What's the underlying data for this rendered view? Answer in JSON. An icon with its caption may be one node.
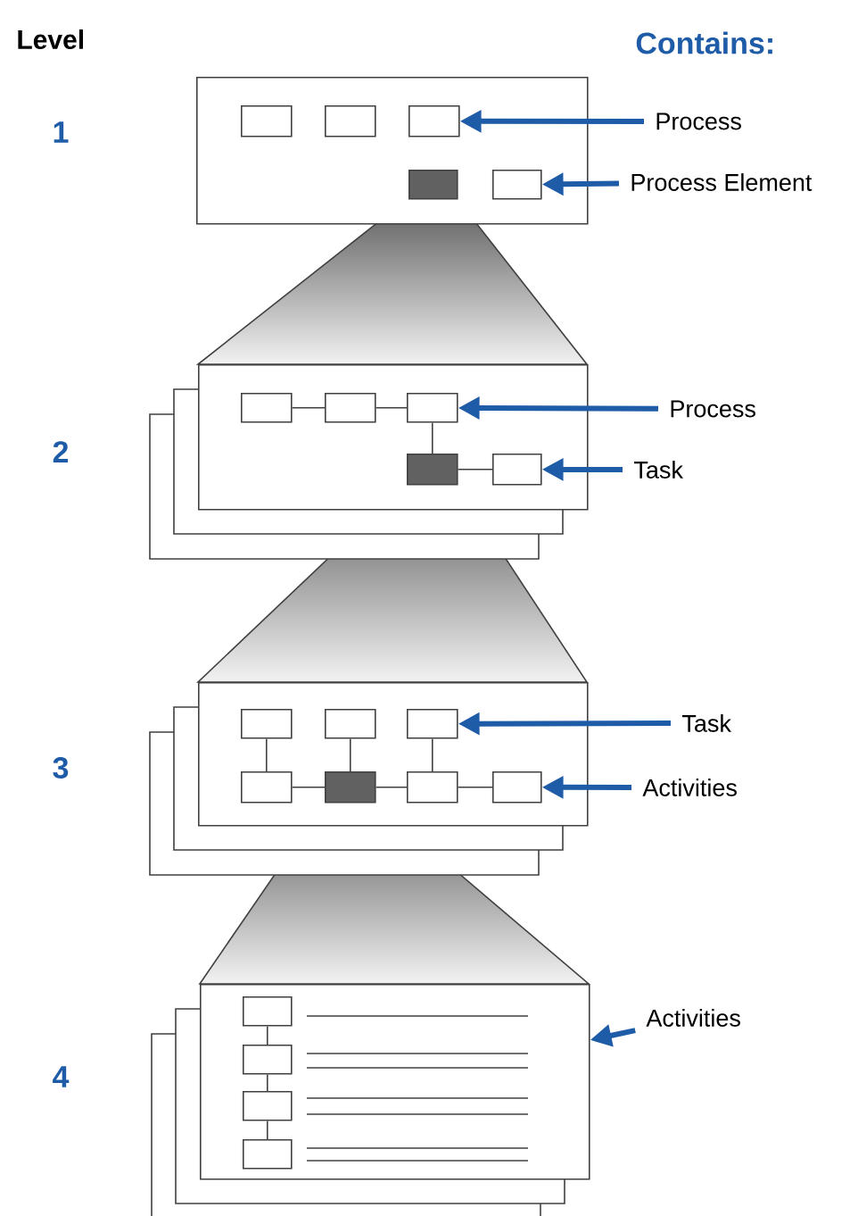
{
  "diagram": {
    "nodes": [
      {
        "text": [],
        "shape": "box"
      },
      {
        "text": [],
        "shape": "box",
        "in": 0
      },
      {
        "text": [],
        "shape": "box",
        "in": 0
      },
      {
        "text": [],
        "shape": "box",
        "in": 0
      },
      {
        "text": [],
        "shape": "box",
        "in": 0
      },
      {
        "text": [],
        "shape": "box",
        "in": 0
      },
      {
        "text": [
          "Process"
        ]
      },
      {
        "text": [
          "Process Element"
        ]
      },
      {
        "text": [],
        "shape": "box"
      },
      {
        "text": [],
        "shape": "box",
        "in": 8
      },
      {
        "text": [],
        "shape": "box",
        "in": 8
      },
      {
        "text": [],
        "shape": "box",
        "in": 8
      },
      {
        "text": [],
        "shape": "box",
        "in": 8
      },
      {
        "text": [],
        "shape": "box",
        "in": 8
      },
      {
        "text": [
          "Process"
        ]
      },
      {
        "text": [
          "Task"
        ]
      },
      {
        "text": [],
        "shape": "box"
      },
      {
        "text": [],
        "shape": "box",
        "in": 16
      },
      {
        "text": [],
        "shape": "box",
        "in": 16
      },
      {
        "text": [],
        "shape": "box",
        "in": 16
      },
      {
        "text": [],
        "shape": "box",
        "in": 16
      },
      {
        "text": [],
        "shape": "box",
        "in": 16
      },
      {
        "text": [],
        "shape": "box",
        "in": 16
      },
      {
        "text": [],
        "shape": "box",
        "in": 16
      },
      {
        "text": [
          "Task"
        ]
      },
      {
        "text": [
          "Activities"
        ]
      },
      {
        "text": [],
        "shape": "box"
      },
      {
        "text": [],
        "shape": "box",
        "in": 26
      },
      {
        "text": [],
        "shape": "box",
        "in": 26
      },
      {
        "text": [],
        "shape": "box",
        "in": 26
      },
      {
        "text": [],
        "shape": "box",
        "in": 26
      },
      {
        "text": [
          "Activities"
        ]
      }
    ],
    "edges": [
      {
        "from": 6,
        "to": 3,
        "arrow": "to",
        "style": "thick",
        "color": "#1f5ca8"
      },
      {
        "from": 7,
        "to": 5,
        "arrow": "to",
        "style": "thick",
        "color": "#1f5ca8"
      },
      {
        "from": 9,
        "to": 10,
        "arrow": "none"
      },
      {
        "from": 10,
        "to": 11,
        "arrow": "none"
      },
      {
        "from": 11,
        "to": 12,
        "arrow": "none"
      },
      {
        "from": 12,
        "to": 13,
        "arrow": "none"
      },
      {
        "from": 14,
        "to": 11,
        "arrow": "to",
        "style": "thick",
        "color": "#1f5ca8"
      },
      {
        "from": 15,
        "to": 13,
        "arrow": "to",
        "style": "thick",
        "color": "#1f5ca8"
      },
      {
        "from": 17,
        "to": 20,
        "arrow": "none"
      },
      {
        "from": 18,
        "to": 21,
        "arrow": "none"
      },
      {
        "from": 19,
        "to": 22,
        "arrow": "none"
      },
      {
        "from": 20,
        "to": 21,
        "arrow": "none"
      },
      {
        "from": 21,
        "to": 22,
        "arrow": "none"
      },
      {
        "from": 22,
        "to": 23,
        "arrow": "none"
      },
      {
        "from": 24,
        "to": 19,
        "arrow": "to",
        "style": "thick",
        "color": "#1f5ca8"
      },
      {
        "from": 25,
        "to": 23,
        "arrow": "to",
        "style": "thick",
        "color": "#1f5ca8"
      },
      {
        "from": 27,
        "to": 28,
        "arrow": "none"
      },
      {
        "from": 28,
        "to": 29,
        "arrow": "none"
      },
      {
        "from": 29,
        "to": 30,
        "arrow": "none"
      },
      {
        "from": 31,
        "to": 26,
        "arrow": "to",
        "style": "thick",
        "color": "#1f5ca8"
      }
    ],
    "labels": [
      "Level",
      "Contains:",
      "1",
      "2",
      "3",
      "4"
    ]
  }
}
